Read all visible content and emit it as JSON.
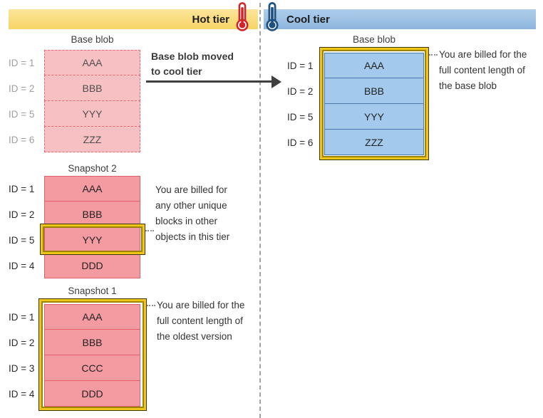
{
  "header": {
    "hot_label": "Hot tier",
    "cool_label": "Cool tier"
  },
  "hot": {
    "base_blob": {
      "title": "Base blob",
      "rows": [
        {
          "id": "ID = 1",
          "block": "AAA"
        },
        {
          "id": "ID = 2",
          "block": "BBB"
        },
        {
          "id": "ID = 5",
          "block": "YYY"
        },
        {
          "id": "ID = 6",
          "block": "ZZZ"
        }
      ]
    },
    "move_label": "Base blob moved\nto cool tier",
    "snapshot2": {
      "title": "Snapshot 2",
      "rows": [
        {
          "id": "ID = 1",
          "block": "AAA"
        },
        {
          "id": "ID = 2",
          "block": "BBB"
        },
        {
          "id": "ID = 5",
          "block": "YYY"
        },
        {
          "id": "ID = 4",
          "block": "DDD"
        }
      ],
      "note": "You are billed for\nany other unique\nblocks in other\nobjects in this tier"
    },
    "snapshot1": {
      "title": "Snapshot 1",
      "rows": [
        {
          "id": "ID = 1",
          "block": "AAA"
        },
        {
          "id": "ID = 2",
          "block": "BBB"
        },
        {
          "id": "ID = 3",
          "block": "CCC"
        },
        {
          "id": "ID = 4",
          "block": "DDD"
        }
      ],
      "note": "You are billed for the\nfull content length of\nthe oldest version"
    }
  },
  "cool": {
    "base_blob": {
      "title": "Base blob",
      "rows": [
        {
          "id": "ID = 1",
          "block": "AAA"
        },
        {
          "id": "ID = 2",
          "block": "BBB"
        },
        {
          "id": "ID = 5",
          "block": "YYY"
        },
        {
          "id": "ID = 6",
          "block": "ZZZ"
        }
      ],
      "note": "You are billed for the\nfull content length of\nthe base blob"
    }
  },
  "colors": {
    "hot_bar": "#f8da79",
    "cool_bar": "#a3c8e9",
    "hot_thermometer": "#d2232a",
    "cool_thermometer": "#1e5180",
    "faded_block_fill": "#f7c0c3",
    "faded_block_border": "#e86470",
    "snapshot_block_fill": "#f49aa1",
    "snapshot_block_border": "#e05f6b",
    "cool_block_fill": "#a3caec",
    "cool_block_border": "#4579ab",
    "gold_highlight": "#eec518",
    "arrow": "#3f3f3f"
  }
}
